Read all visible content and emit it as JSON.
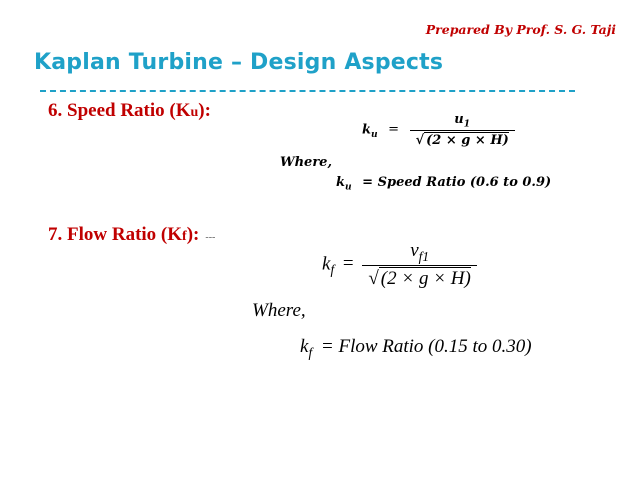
{
  "credit": "Prepared By Prof. S. G. Taji",
  "title": "Kaplan Turbine – Design Aspects",
  "speed": {
    "heading": "6. Speed Ratio (K",
    "heading_sub": "u",
    "heading_end": "):",
    "lhs": "k",
    "lhs_sub": "u",
    "eq": "=",
    "numerator": "u",
    "numerator_sub": "1",
    "denominator": "(2 × g × H)",
    "where": "Where,",
    "def_lhs": "k",
    "def_lhs_sub": "u",
    "def_text": "= Speed Ratio (0.6 to 0.9)"
  },
  "flow": {
    "heading": "7. Flow Ratio (K",
    "heading_sub": "f",
    "heading_end": "):",
    "heading_tail": "---",
    "lhs": "k",
    "lhs_sub": "f",
    "eq": "=",
    "numerator": "v",
    "numerator_sub": "f1",
    "denominator": "(2 × g × H)",
    "where": "Where,",
    "def_lhs": "k",
    "def_lhs_sub": "f",
    "def_text": "= Flow Ratio (0.15 to 0.30)"
  }
}
